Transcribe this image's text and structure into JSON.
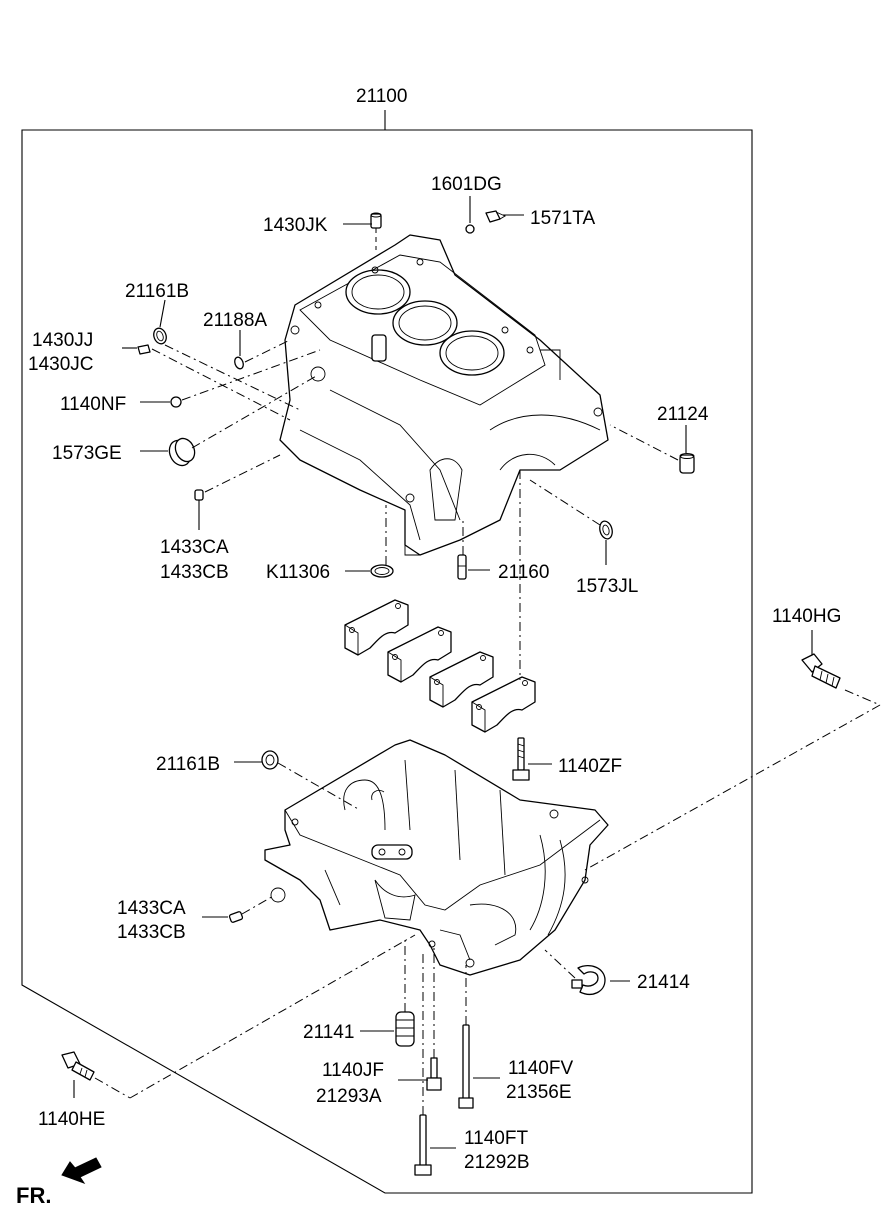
{
  "labels": {
    "p21100": "21100",
    "p1601DG": "1601DG",
    "p1430JK": "1430JK",
    "p1571TA": "1571TA",
    "p21161B_top": "21161B",
    "p21188A": "21188A",
    "p1430JJ": "1430JJ",
    "p1430JC": "1430JC",
    "p1140NF": "1140NF",
    "p1573GE": "1573GE",
    "p21124": "21124",
    "p1433CA_top": "1433CA",
    "p1433CB_top": "1433CB",
    "pK11306": "K11306",
    "p21160": "21160",
    "p1573JL": "1573JL",
    "p1140HG": "1140HG",
    "p21161B_bot": "21161B",
    "p1140ZF": "1140ZF",
    "p1433CA_bot": "1433CA",
    "p1433CB_bot": "1433CB",
    "p21414": "21414",
    "p21141": "21141",
    "p1140JF": "1140JF",
    "p21293A": "21293A",
    "p1140FV": "1140FV",
    "p21356E": "21356E",
    "p1140FT": "1140FT",
    "p21292B": "21292B",
    "p1140HE": "1140HE",
    "fr": "FR."
  }
}
